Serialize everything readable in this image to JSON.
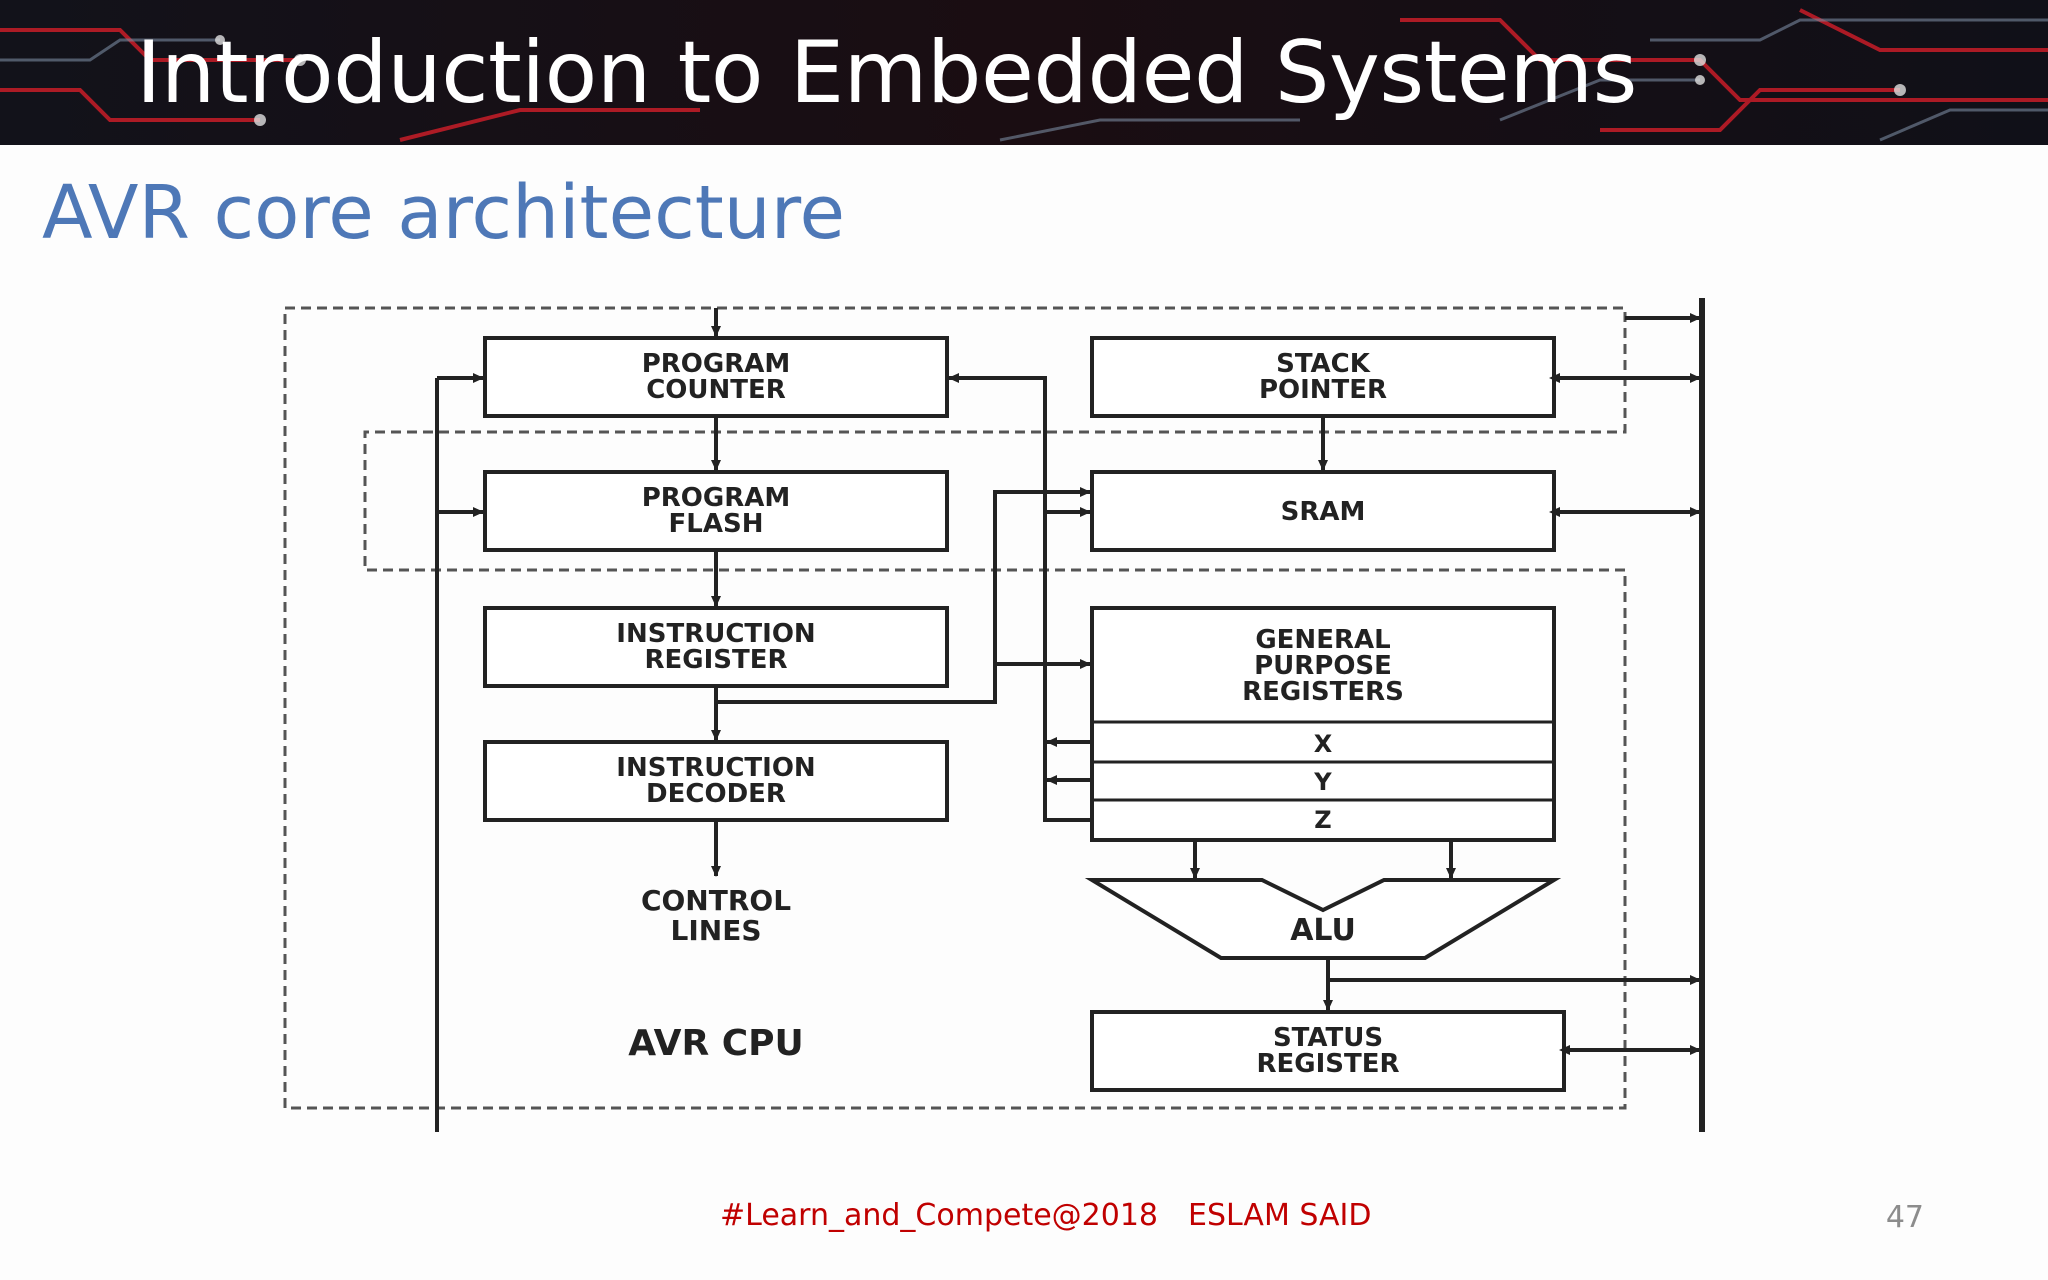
{
  "slide": {
    "title": "Introduction to Embedded Systems",
    "subtitle": "AVR core architecture",
    "page_number": "47"
  },
  "footer": {
    "hashtag": "#Learn_and_Compete@2018",
    "author": "ESLAM SAID"
  },
  "diagram": {
    "program_counter": [
      "PROGRAM",
      "COUNTER"
    ],
    "program_flash": [
      "PROGRAM",
      "FLASH"
    ],
    "instruction_register": [
      "INSTRUCTION",
      "REGISTER"
    ],
    "instruction_decoder": [
      "INSTRUCTION",
      "DECODER"
    ],
    "control_lines": [
      "CONTROL",
      "LINES"
    ],
    "cpu_label": "AVR CPU",
    "stack_pointer": [
      "STACK",
      "POINTER"
    ],
    "sram": "SRAM",
    "gpr": [
      "GENERAL",
      "PURPOSE",
      "REGISTERS"
    ],
    "reg_x": "X",
    "reg_y": "Y",
    "reg_z": "Z",
    "alu": "ALU",
    "status_register": [
      "STATUS",
      "REGISTER"
    ]
  },
  "colors": {
    "title_text": "#ffffff",
    "subtitle_text": "#4e78b7",
    "footer_text": "#c00000",
    "page_number": "#8c8c8c",
    "banner_bg": "#0b0b10",
    "circuit_red": "#d41f2a"
  }
}
